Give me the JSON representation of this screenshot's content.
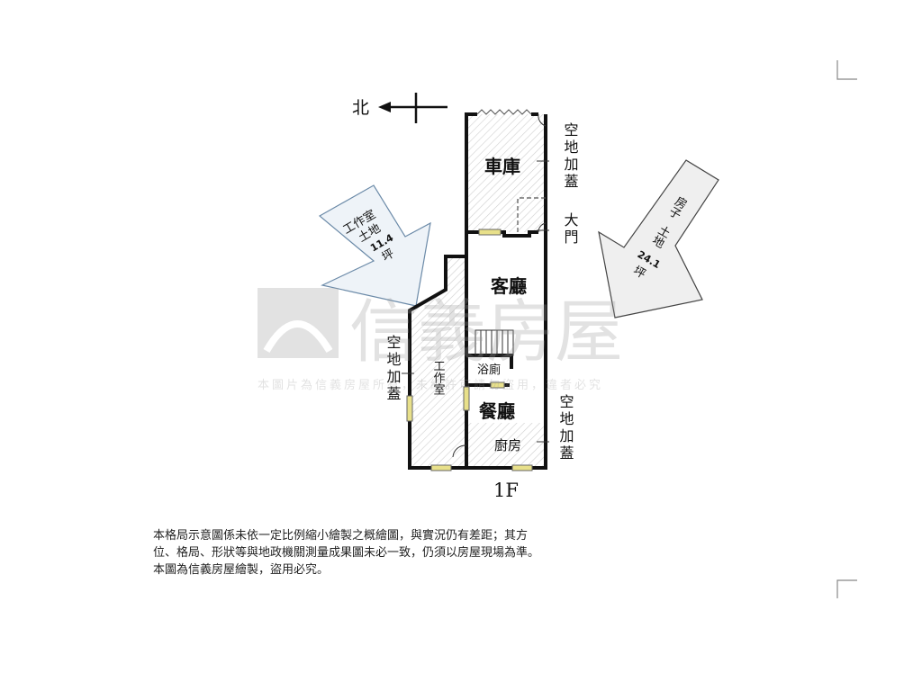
{
  "compass": {
    "label": "北"
  },
  "rooms": {
    "garage": "車庫",
    "living": "客廳",
    "bath": "浴廁",
    "dining": "餐廳",
    "kitchen": "廚房",
    "studio": "工作室"
  },
  "side_labels": {
    "top_right_extension": "空地加蓋",
    "main_door": "大門",
    "bottom_right_extension": "空地加蓋",
    "left_extension": "空地加蓋"
  },
  "callouts": {
    "studio_land": {
      "line1": "工作室",
      "line2": "土地",
      "area": "11.4",
      "unit": "坪"
    },
    "house_land": {
      "line1": "房子",
      "line2": "土地",
      "area": "24.1",
      "unit": "坪"
    }
  },
  "floor_label": "1F",
  "watermark": {
    "brand": "信義房屋",
    "notice": "本圖片為信義房屋所有，未經許可請勿盜用，違者必究"
  },
  "disclaimer": [
    "本格局示意圖係未依一定比例縮小繪製之概繪圖，與實況仍有差距；其方",
    "位、格局、形狀等與地政機關測量成果圖未必一致，仍須以房屋現場為準。",
    "本圖為信義房屋繪製，盜用必究。"
  ],
  "colors": {
    "wall": "#111111",
    "window": "#e8e08a",
    "hatch": "#cfcfcf",
    "arrow_fill": "#eef3f8"
  }
}
